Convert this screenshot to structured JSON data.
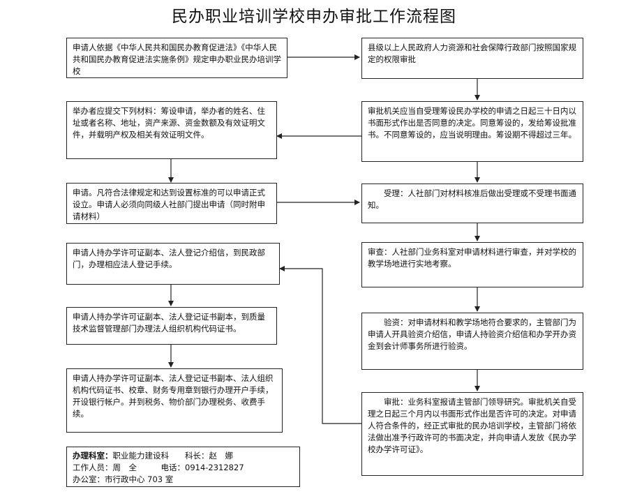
{
  "title": "民办职业培训学校申办审批工作流程图",
  "left": [
    {
      "id": "l1",
      "text": "申请人依据《中华人民共和国民办教育促进法》《中华人民共和国民办教育促进法实施条例》规定申办职业民办培训学校"
    },
    {
      "id": "l2",
      "text": "举办者应提交下列材料：筹设申请，举办者的姓名、住址或者名称、地址，资产来源、资金数额及有效证明文件，并载明产权及相关有效证明文件。"
    },
    {
      "id": "l3",
      "text": "申请。凡符合法律规定和达到设置标准的可以申请正式设立。申请人必须向同级人社部门提出申请（同时附申请材料）"
    },
    {
      "id": "l4",
      "text": "申请人持办学许可证副本、法人登记介绍信，到民政部门，办理相应法人登记手续。"
    },
    {
      "id": "l5",
      "text": "申请人持办学许可证副本、法人登记证书副本，到质量技术监督管理部门办理法人组织机构代码证书。"
    },
    {
      "id": "l6",
      "text": "申请人持办学许可证副本、法人登记证书副本、法人组织机构代码证书、校章、财务专用章到银行办理开户手续，开设银行帐户。并到税务、物价部门办理税务、收费手续。"
    }
  ],
  "right": [
    {
      "id": "r1",
      "text": "县级以上人民政府人力资源和社会保障行政部门按照国家规定的权限审批"
    },
    {
      "id": "r2",
      "text": "审批机关应当自受理筹设民办学校的申请之日起三十日内以书面形式作出是否同意的决定。同意筹设的，发给筹设批准书。不同意筹设的，应当说明理由。筹设期不得超过三年。"
    },
    {
      "id": "r3",
      "text": "　　受理：人社部门对材料核准后做出受理或不受理书面通知。"
    },
    {
      "id": "r4",
      "text": "审查：人社部门业务科室对申请材料进行审查，并对学校的教学场地进行实地考察。"
    },
    {
      "id": "r5",
      "text": "　　验资：对申请材料和教学场地符合要求的，主管部门为申请人开具验资介绍信，申请人持验资介绍信和办学开办资金到会计师事务所进行验资。"
    },
    {
      "id": "r6",
      "text": "　　审批：业务科室报请主管部门领导研究。审批机关自受理之日起三个月内以书面形式作出是否许可的决定。对申请人符合条件的，经正式审批的民办培训学校，主管部门将依法做出准予行政许可的书面决定，并向申请人发放《民办学校办学许可证》。"
    }
  ],
  "contact": {
    "office_label": "办理科室：",
    "office_value": "职业能力建设科　　科长：赵　娜",
    "staff_line": "工作人员：周　全　　　电话：0914-2312827",
    "room_line": "办公室：市行政中心 703 室"
  }
}
